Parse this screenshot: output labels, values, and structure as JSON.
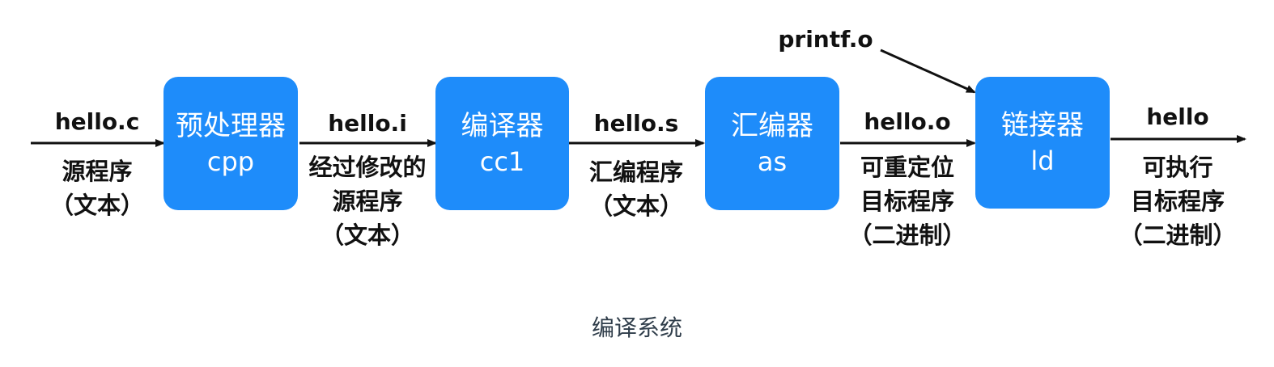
{
  "colors": {
    "box_fill": "#1e8cfa",
    "box_text": "#ffffff",
    "arrow": "#111111",
    "caption_text": "#2f3d4a"
  },
  "stages": [
    {
      "name": "预处理器",
      "cmd": "cpp"
    },
    {
      "name": "编译器",
      "cmd": "cc1"
    },
    {
      "name": "汇编器",
      "cmd": "as"
    },
    {
      "name": "链接器",
      "cmd": "ld"
    }
  ],
  "files": [
    {
      "name": "hello.c",
      "desc": [
        "源程序",
        "（文本）"
      ]
    },
    {
      "name": "hello.i",
      "desc": [
        "经过修改的",
        "源程序",
        "（文本）"
      ]
    },
    {
      "name": "hello.s",
      "desc": [
        "汇编程序",
        "（文本）"
      ]
    },
    {
      "name": "hello.o",
      "desc": [
        "可重定位",
        "目标程序",
        "（二进制）"
      ]
    },
    {
      "name": "hello",
      "desc": [
        "可执行",
        "目标程序",
        "（二进制）"
      ]
    }
  ],
  "extra_input": "printf.o",
  "caption": "编译系统"
}
